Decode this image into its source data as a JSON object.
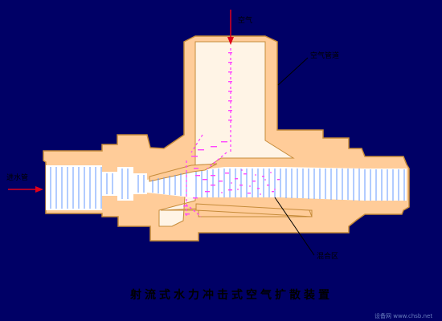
{
  "labels": {
    "air_inlet": "空气",
    "air_pipe": "空气管道",
    "water_inlet": "进水管",
    "mix_chamber": "混合区",
    "caption": "射流式水力冲击式空气扩散装置",
    "watermark": "设备网 www.chsb.net"
  },
  "colors": {
    "background": "#000066",
    "body_fill": "#FFCC99",
    "body_stroke": "#C68B3A",
    "water_fill": "#FFFFFF",
    "water_lines": "#6699FF",
    "air_dashes": "#FF44FF",
    "arrow": "#E0001A",
    "pointer": "#000000"
  }
}
